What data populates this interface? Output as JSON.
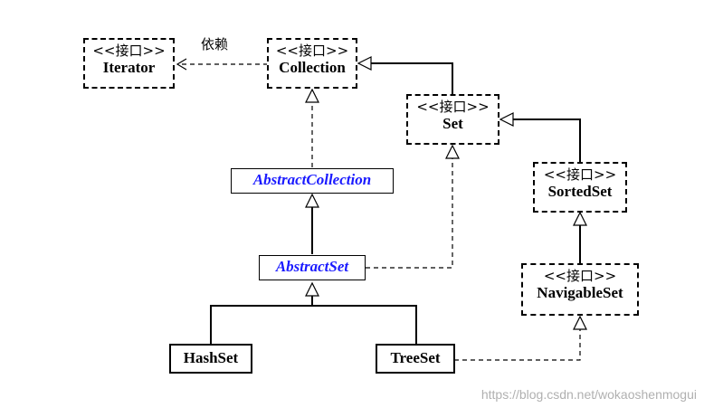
{
  "stereotype": "<<接口>>",
  "nodes": {
    "iterator": "Iterator",
    "collection": "Collection",
    "set": "Set",
    "abstract_collection": "AbstractCollection",
    "sorted_set": "SortedSet",
    "abstract_set": "AbstractSet",
    "navigable_set": "NavigableSet",
    "hash_set": "HashSet",
    "tree_set": "TreeSet"
  },
  "edge_labels": {
    "dependency": "依赖"
  },
  "watermark": "https://blog.csdn.net/wokaoshenmogui"
}
